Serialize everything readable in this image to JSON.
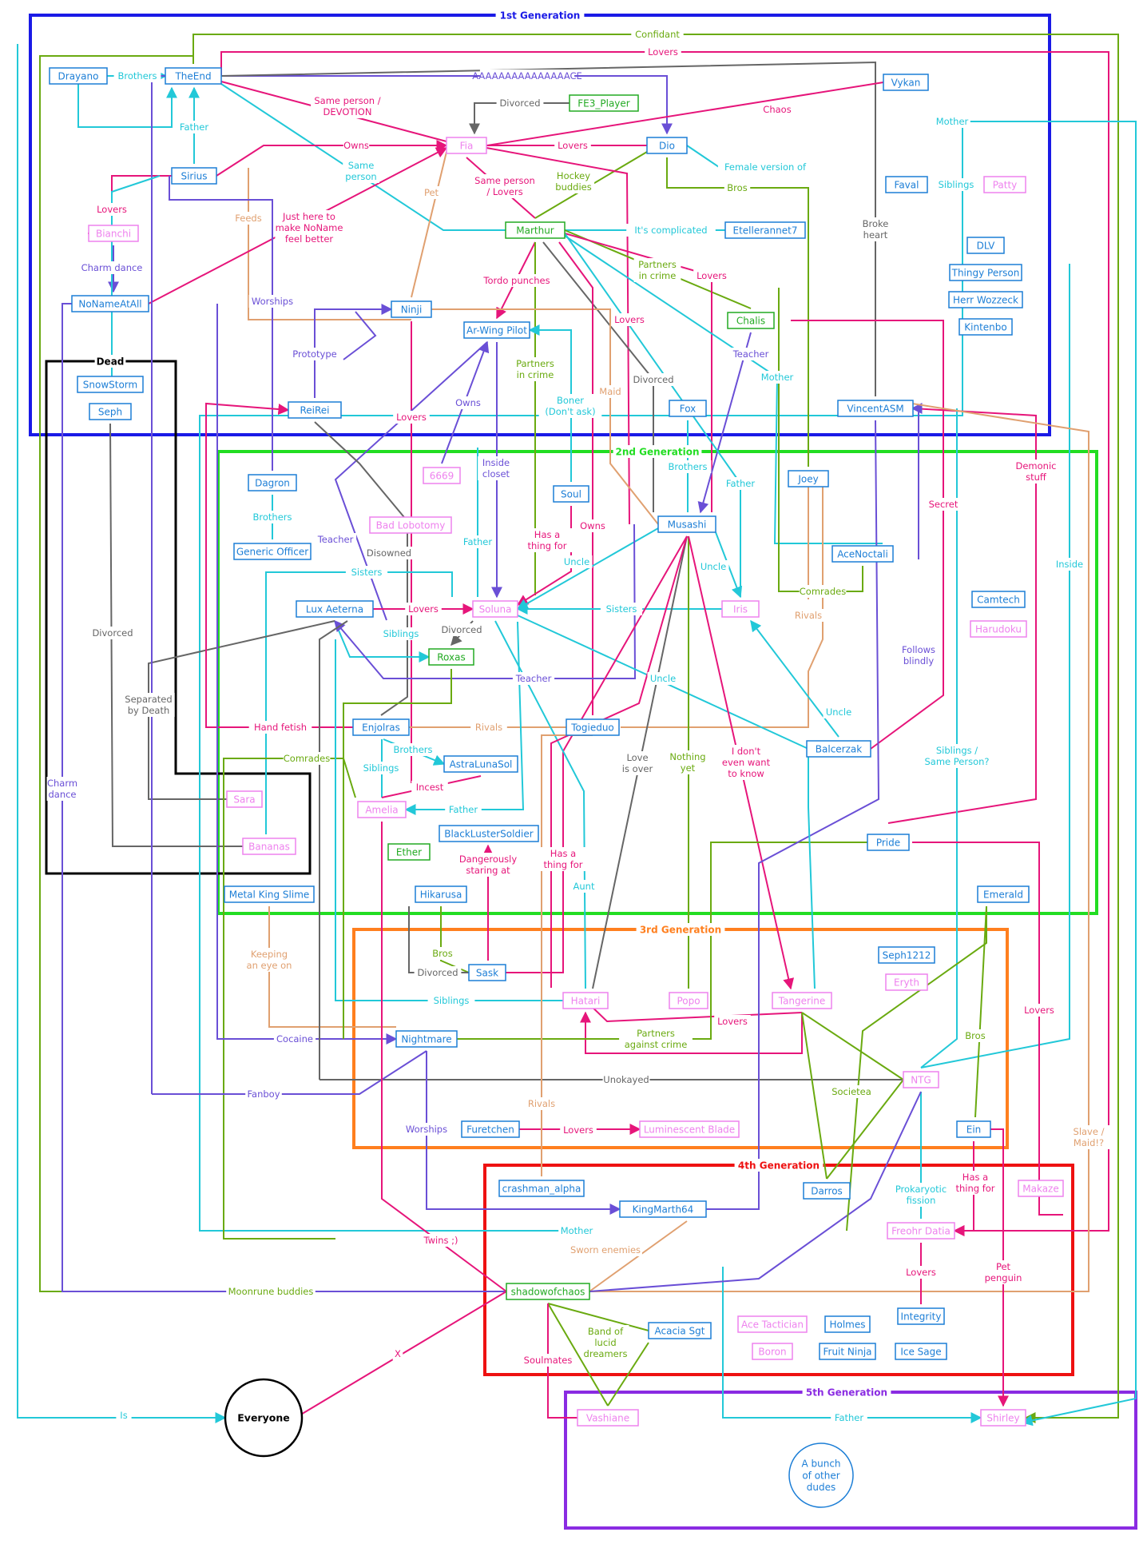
{
  "colors": {
    "gen1": "#1a1ae6",
    "gen2": "#22dd22",
    "gen3": "#ff7f1e",
    "gen4": "#ee1111",
    "gen5": "#8a2be2",
    "dead": "#000000",
    "blue_box": "#1c7ed6",
    "pink_box": "#ee82ee",
    "green_box": "#22aa22",
    "cyan": "#22c8d8",
    "magenta": "#e6157a",
    "lime": "#6aaa10",
    "purple": "#6a4fd6",
    "gray": "#666666",
    "tan": "#e0a070"
  },
  "groups": [
    {
      "id": "gen1",
      "label": "1st Generation",
      "color": "#1a1ae6"
    },
    {
      "id": "gen2",
      "label": "2nd Generation",
      "color": "#22dd22"
    },
    {
      "id": "gen3",
      "label": "3rd Generation",
      "color": "#ff7f1e"
    },
    {
      "id": "gen4",
      "label": "4th Generation",
      "color": "#ee1111"
    },
    {
      "id": "gen5",
      "label": "5th Generation",
      "color": "#8a2be2"
    },
    {
      "id": "dead",
      "label": "Dead",
      "color": "#000000"
    }
  ],
  "nodes": [
    {
      "id": "drayano",
      "label": "Drayano",
      "c": "blue"
    },
    {
      "id": "theend",
      "label": "TheEnd",
      "c": "blue"
    },
    {
      "id": "vykan",
      "label": "Vykan",
      "c": "blue"
    },
    {
      "id": "fe3",
      "label": "FE3_Player",
      "c": "green"
    },
    {
      "id": "fia",
      "label": "Fia",
      "c": "pink"
    },
    {
      "id": "dio",
      "label": "Dio",
      "c": "blue"
    },
    {
      "id": "sirius",
      "label": "Sirius",
      "c": "blue"
    },
    {
      "id": "faval",
      "label": "Faval",
      "c": "blue"
    },
    {
      "id": "patty",
      "label": "Patty",
      "c": "pink"
    },
    {
      "id": "bianchi",
      "label": "Bianchi",
      "c": "pink"
    },
    {
      "id": "marthur",
      "label": "Marthur",
      "c": "green"
    },
    {
      "id": "etelle",
      "label": "Etellerannet7",
      "c": "blue"
    },
    {
      "id": "dlv",
      "label": "DLV",
      "c": "blue"
    },
    {
      "id": "thingy",
      "label": "Thingy Person",
      "c": "blue"
    },
    {
      "id": "herrw",
      "label": "Herr Wozzeck",
      "c": "blue"
    },
    {
      "id": "kintenbo",
      "label": "Kintenbo",
      "c": "blue"
    },
    {
      "id": "nonameatall",
      "label": "NoNameAtAll",
      "c": "blue"
    },
    {
      "id": "ninji",
      "label": "Ninji",
      "c": "blue"
    },
    {
      "id": "arwing",
      "label": "Ar-Wing Pilot",
      "c": "blue"
    },
    {
      "id": "chalis",
      "label": "Chalis",
      "c": "green"
    },
    {
      "id": "snowstorm",
      "label": "SnowStorm",
      "c": "blue"
    },
    {
      "id": "seph",
      "label": "Seph",
      "c": "blue"
    },
    {
      "id": "reirei",
      "label": "ReiRei",
      "c": "blue"
    },
    {
      "id": "fox",
      "label": "Fox",
      "c": "blue"
    },
    {
      "id": "vincent",
      "label": "VincentASM",
      "c": "blue"
    },
    {
      "id": "dagron",
      "label": "Dagron",
      "c": "blue"
    },
    {
      "id": "n6669",
      "label": "6669",
      "c": "pink"
    },
    {
      "id": "joey",
      "label": "Joey",
      "c": "blue"
    },
    {
      "id": "soul",
      "label": "Soul",
      "c": "blue"
    },
    {
      "id": "badlob",
      "label": "Bad Lobotomy",
      "c": "pink"
    },
    {
      "id": "musashi",
      "label": "Musashi",
      "c": "blue"
    },
    {
      "id": "genofficer",
      "label": "Generic Officer",
      "c": "blue"
    },
    {
      "id": "acenoctali",
      "label": "AceNoctali",
      "c": "blue"
    },
    {
      "id": "camtech",
      "label": "Camtech",
      "c": "blue"
    },
    {
      "id": "harudoku",
      "label": "Harudoku",
      "c": "pink"
    },
    {
      "id": "luxaeterna",
      "label": "Lux Aeterna",
      "c": "blue"
    },
    {
      "id": "soluna",
      "label": "Soluna",
      "c": "pink"
    },
    {
      "id": "iris",
      "label": "Iris",
      "c": "pink"
    },
    {
      "id": "roxas",
      "label": "Roxas",
      "c": "green"
    },
    {
      "id": "enjolras",
      "label": "Enjolras",
      "c": "blue"
    },
    {
      "id": "togieduo",
      "label": "Togieduo",
      "c": "blue"
    },
    {
      "id": "balcerzak",
      "label": "Balcerzak",
      "c": "blue"
    },
    {
      "id": "astraluna",
      "label": "AstraLunaSol",
      "c": "blue"
    },
    {
      "id": "sara",
      "label": "Sara",
      "c": "pink"
    },
    {
      "id": "amelia",
      "label": "Amelia",
      "c": "pink"
    },
    {
      "id": "blacklust",
      "label": "BlackLusterSoldier",
      "c": "blue"
    },
    {
      "id": "bananas",
      "label": "Bananas",
      "c": "pink"
    },
    {
      "id": "ether",
      "label": "Ether",
      "c": "green"
    },
    {
      "id": "pride",
      "label": "Pride",
      "c": "blue"
    },
    {
      "id": "metalking",
      "label": "Metal King Slime",
      "c": "blue"
    },
    {
      "id": "hikarusa",
      "label": "Hikarusa",
      "c": "blue"
    },
    {
      "id": "emerald",
      "label": "Emerald",
      "c": "blue"
    },
    {
      "id": "seph1212",
      "label": "Seph1212",
      "c": "blue"
    },
    {
      "id": "eryth",
      "label": "Eryth",
      "c": "pink"
    },
    {
      "id": "sask",
      "label": "Sask",
      "c": "blue"
    },
    {
      "id": "hatari",
      "label": "Hatari",
      "c": "pink"
    },
    {
      "id": "popo",
      "label": "Popo",
      "c": "pink"
    },
    {
      "id": "tangerine",
      "label": "Tangerine",
      "c": "pink"
    },
    {
      "id": "nightmare",
      "label": "Nightmare",
      "c": "blue"
    },
    {
      "id": "ntg",
      "label": "NTG",
      "c": "pink"
    },
    {
      "id": "furetchen",
      "label": "Furetchen",
      "c": "blue"
    },
    {
      "id": "lumblade",
      "label": "Luminescent Blade",
      "c": "pink"
    },
    {
      "id": "ein",
      "label": "Ein",
      "c": "blue"
    },
    {
      "id": "crashman",
      "label": "crashman_alpha",
      "c": "blue"
    },
    {
      "id": "kingmarth",
      "label": "KingMarth64",
      "c": "blue"
    },
    {
      "id": "darros",
      "label": "Darros",
      "c": "blue"
    },
    {
      "id": "freohr",
      "label": "Freohr Datia",
      "c": "pink"
    },
    {
      "id": "makaze",
      "label": "Makaze",
      "c": "pink"
    },
    {
      "id": "shadowofchaos",
      "label": "shadowofchaos",
      "c": "green"
    },
    {
      "id": "acaciasgt",
      "label": "Acacia Sgt",
      "c": "blue"
    },
    {
      "id": "acetact",
      "label": "Ace Tactician",
      "c": "pink"
    },
    {
      "id": "holmes",
      "label": "Holmes",
      "c": "blue"
    },
    {
      "id": "integrity",
      "label": "Integrity",
      "c": "blue"
    },
    {
      "id": "boron",
      "label": "Boron",
      "c": "pink"
    },
    {
      "id": "fruitninja",
      "label": "Fruit Ninja",
      "c": "blue"
    },
    {
      "id": "icesage",
      "label": "Ice Sage",
      "c": "blue"
    },
    {
      "id": "vashiane",
      "label": "Vashiane",
      "c": "pink"
    },
    {
      "id": "shirley",
      "label": "Shirley",
      "c": "pink"
    },
    {
      "id": "everyone",
      "label": "Everyone",
      "c": "circle"
    },
    {
      "id": "bunch",
      "label": "A bunch\nof other\ndudes",
      "c": "circleblue"
    }
  ],
  "edge_labels": [
    {
      "id": "brothers1",
      "label": "Brothers",
      "c": "cyan"
    },
    {
      "id": "confidant",
      "label": "Confidant",
      "c": "lime"
    },
    {
      "id": "lovers_top",
      "label": "Lovers",
      "c": "magenta"
    },
    {
      "id": "aaaace",
      "label": "AAAAAAAAAAAAAAACE",
      "c": "purple"
    },
    {
      "id": "divorced1",
      "label": "Divorced",
      "c": "gray"
    },
    {
      "id": "sameperson_dev",
      "label": "Same person /\nDEVOTION",
      "c": "magenta"
    },
    {
      "id": "chaos",
      "label": "Chaos",
      "c": "magenta"
    },
    {
      "id": "mother_top",
      "label": "Mother",
      "c": "cyan"
    },
    {
      "id": "father1",
      "label": "Father",
      "c": "cyan"
    },
    {
      "id": "owns1",
      "label": "Owns",
      "c": "magenta"
    },
    {
      "id": "lovers_fia_dio",
      "label": "Lovers",
      "c": "magenta"
    },
    {
      "id": "femaleversion",
      "label": "Female version of",
      "c": "cyan"
    },
    {
      "id": "sameperson2",
      "label": "Same\nperson",
      "c": "cyan"
    },
    {
      "id": "pet",
      "label": "Pet",
      "c": "tan"
    },
    {
      "id": "sameperson_lovers",
      "label": "Same person\n/ Lovers",
      "c": "magenta"
    },
    {
      "id": "hockey",
      "label": "Hockey\nbuddies",
      "c": "lime"
    },
    {
      "id": "bros1",
      "label": "Bros",
      "c": "lime"
    },
    {
      "id": "siblings_fp",
      "label": "Siblings",
      "c": "cyan"
    },
    {
      "id": "lovers_sirius",
      "label": "Lovers",
      "c": "magenta"
    },
    {
      "id": "feeds",
      "label": "Feeds",
      "c": "tan"
    },
    {
      "id": "justhere",
      "label": "Just here to\nmake NoName\nfeel better",
      "c": "magenta"
    },
    {
      "id": "itscomplicated",
      "label": "It's complicated",
      "c": "cyan"
    },
    {
      "id": "brokeheart",
      "label": "Broke\nheart",
      "c": "gray"
    },
    {
      "id": "charmdance1",
      "label": "Charm dance",
      "c": "purple"
    },
    {
      "id": "partnerscrime1",
      "label": "Partners\nin crime",
      "c": "lime"
    },
    {
      "id": "lovers_chalis",
      "label": "Lovers",
      "c": "magenta"
    },
    {
      "id": "tordo",
      "label": "Tordo punches",
      "c": "magenta"
    },
    {
      "id": "worships1",
      "label": "Worships",
      "c": "purple"
    },
    {
      "id": "lovers_marthur",
      "label": "Lovers",
      "c": "magenta"
    },
    {
      "id": "prototype",
      "label": "Prototype",
      "c": "purple"
    },
    {
      "id": "teacher1",
      "label": "Teacher",
      "c": "purple"
    },
    {
      "id": "partnerscrime2",
      "label": "Partners\nin crime",
      "c": "lime"
    },
    {
      "id": "mother2",
      "label": "Mother",
      "c": "cyan"
    },
    {
      "id": "divorced2",
      "label": "Divorced",
      "c": "gray"
    },
    {
      "id": "maid",
      "label": "Maid",
      "c": "tan"
    },
    {
      "id": "boner",
      "label": "Boner\n(Don't ask)",
      "c": "cyan"
    },
    {
      "id": "owns2",
      "label": "Owns",
      "c": "purple"
    },
    {
      "id": "lovers_ninji",
      "label": "Lovers",
      "c": "magenta"
    },
    {
      "id": "insidecloset",
      "label": "Inside\ncloset",
      "c": "purple"
    },
    {
      "id": "brothers_fox",
      "label": "Brothers",
      "c": "cyan"
    },
    {
      "id": "demonic",
      "label": "Demonic\nstuff",
      "c": "magenta"
    },
    {
      "id": "father_iris",
      "label": "Father",
      "c": "cyan"
    },
    {
      "id": "secret",
      "label": "Secret",
      "c": "magenta"
    },
    {
      "id": "brothers_dagron",
      "label": "Brothers",
      "c": "cyan"
    },
    {
      "id": "hasathing1",
      "label": "Has a\nthing for",
      "c": "magenta"
    },
    {
      "id": "owns3",
      "label": "Owns",
      "c": "magenta"
    },
    {
      "id": "father_soluna",
      "label": "Father",
      "c": "cyan"
    },
    {
      "id": "teacher2",
      "label": "Teacher",
      "c": "purple"
    },
    {
      "id": "disowned",
      "label": "Disowned",
      "c": "gray"
    },
    {
      "id": "sisters1",
      "label": "Sisters",
      "c": "cyan"
    },
    {
      "id": "uncle1",
      "label": "Uncle",
      "c": "cyan"
    },
    {
      "id": "uncle2",
      "label": "Uncle",
      "c": "cyan"
    },
    {
      "id": "comrades1",
      "label": "Comrades",
      "c": "lime"
    },
    {
      "id": "inside",
      "label": "Inside",
      "c": "cyan"
    },
    {
      "id": "divorced_seph",
      "label": "Divorced",
      "c": "gray"
    },
    {
      "id": "lovers_lux",
      "label": "Lovers",
      "c": "magenta"
    },
    {
      "id": "siblings_lux",
      "label": "Siblings",
      "c": "cyan"
    },
    {
      "id": "divorced3",
      "label": "Divorced",
      "c": "gray"
    },
    {
      "id": "sisters2",
      "label": "Sisters",
      "c": "cyan"
    },
    {
      "id": "rivals1",
      "label": "Rivals",
      "c": "tan"
    },
    {
      "id": "followsblindly",
      "label": "Follows\nblindly",
      "c": "purple"
    },
    {
      "id": "teacher3",
      "label": "Teacher",
      "c": "purple"
    },
    {
      "id": "uncle3",
      "label": "Uncle",
      "c": "cyan"
    },
    {
      "id": "separated",
      "label": "Separated\nby Death",
      "c": "gray"
    },
    {
      "id": "uncle4",
      "label": "Uncle",
      "c": "cyan"
    },
    {
      "id": "handfetish",
      "label": "Hand fetish",
      "c": "magenta"
    },
    {
      "id": "rivals2",
      "label": "Rivals",
      "c": "tan"
    },
    {
      "id": "brothers_enj",
      "label": "Brothers",
      "c": "cyan"
    },
    {
      "id": "siblings_amelia",
      "label": "Siblings",
      "c": "cyan"
    },
    {
      "id": "comrades2",
      "label": "Comrades",
      "c": "lime"
    },
    {
      "id": "loveisover",
      "label": "Love\nis over",
      "c": "gray"
    },
    {
      "id": "nothingyet",
      "label": "Nothing\nyet",
      "c": "lime"
    },
    {
      "id": "idontwant",
      "label": "I don't\neven want\nto know",
      "c": "magenta"
    },
    {
      "id": "siblings_same",
      "label": "Siblings /\nSame Person?",
      "c": "cyan"
    },
    {
      "id": "incest",
      "label": "Incest",
      "c": "magenta"
    },
    {
      "id": "father_amelia",
      "label": "Father",
      "c": "cyan"
    },
    {
      "id": "charmdance2",
      "label": "Charm\ndance",
      "c": "purple"
    },
    {
      "id": "dangerously",
      "label": "Dangerously\nstaring at",
      "c": "magenta"
    },
    {
      "id": "hasathing2",
      "label": "Has a\nthing for",
      "c": "magenta"
    },
    {
      "id": "aunt",
      "label": "Aunt",
      "c": "cyan"
    },
    {
      "id": "keeping",
      "label": "Keeping\nan eye on",
      "c": "tan"
    },
    {
      "id": "bros2",
      "label": "Bros",
      "c": "lime"
    },
    {
      "id": "divorced4",
      "label": "Divorced",
      "c": "gray"
    },
    {
      "id": "siblings3",
      "label": "Siblings",
      "c": "cyan"
    },
    {
      "id": "lovers_hatari",
      "label": "Lovers",
      "c": "magenta"
    },
    {
      "id": "lovers_makaze",
      "label": "Lovers",
      "c": "magenta"
    },
    {
      "id": "cocaine",
      "label": "Cocaine",
      "c": "purple"
    },
    {
      "id": "partnersagainst",
      "label": "Partners\nagainst crime",
      "c": "lime"
    },
    {
      "id": "bros3",
      "label": "Bros",
      "c": "lime"
    },
    {
      "id": "unokayed",
      "label": "Unokayed",
      "c": "gray"
    },
    {
      "id": "fanboy",
      "label": "Fanboy",
      "c": "purple"
    },
    {
      "id": "societea",
      "label": "Societea",
      "c": "lime"
    },
    {
      "id": "slave",
      "label": "Slave /\nMaid!?",
      "c": "tan"
    },
    {
      "id": "worships2",
      "label": "Worships",
      "c": "purple"
    },
    {
      "id": "lovers_fur",
      "label": "Lovers",
      "c": "magenta"
    },
    {
      "id": "rivals3",
      "label": "Rivals",
      "c": "tan"
    },
    {
      "id": "hasathing3",
      "label": "Has a\nthing for",
      "c": "magenta"
    },
    {
      "id": "prokaryotic",
      "label": "Prokaryotic\nfission",
      "c": "cyan"
    },
    {
      "id": "mother3",
      "label": "Mother",
      "c": "cyan"
    },
    {
      "id": "twins",
      "label": "Twins ;)",
      "c": "magenta"
    },
    {
      "id": "swornenemies",
      "label": "Sworn enemies",
      "c": "tan"
    },
    {
      "id": "lovers_freohr",
      "label": "Lovers",
      "c": "magenta"
    },
    {
      "id": "petpenguin",
      "label": "Pet\npenguin",
      "c": "magenta"
    },
    {
      "id": "moonrune",
      "label": "Moonrune buddies",
      "c": "lime"
    },
    {
      "id": "bandoflucid",
      "label": "Band of\nlucid\ndreamers",
      "c": "lime"
    },
    {
      "id": "soulmates",
      "label": "Soulmates",
      "c": "magenta"
    },
    {
      "id": "x",
      "label": "X",
      "c": "magenta"
    },
    {
      "id": "is",
      "label": "Is",
      "c": "cyan"
    },
    {
      "id": "father_shirley",
      "label": "Father",
      "c": "cyan"
    }
  ]
}
